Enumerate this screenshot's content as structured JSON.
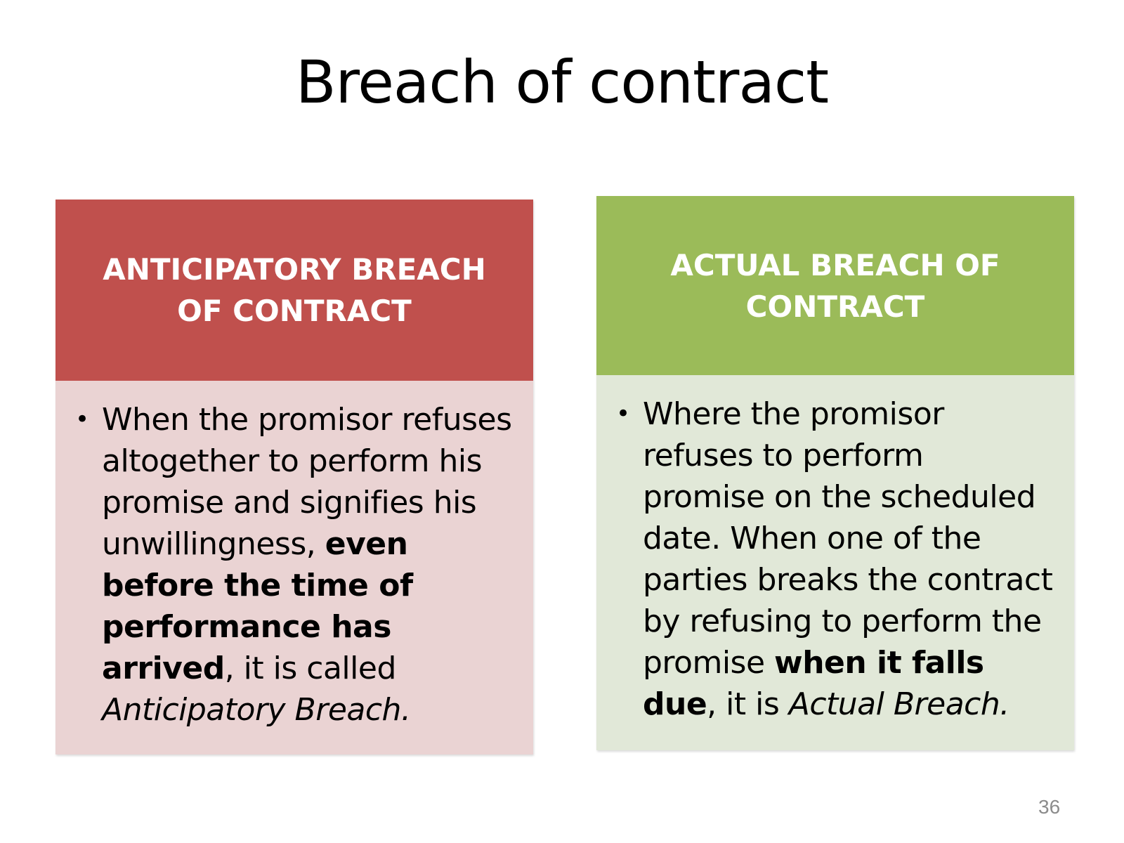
{
  "slide": {
    "title": "Breach of contract",
    "page_number": "36",
    "colors": {
      "left_header": "#c0504d",
      "left_body": "#ead3d3",
      "right_header": "#9bbb59",
      "right_body": "#e1e8d8"
    },
    "left_panel": {
      "heading": "ANTICIPATORY BREACH OF CONTRACT",
      "bullet": {
        "text_before": "When the promisor refuses altogether to perform his promise and signifies his unwillingness, ",
        "bold": "even before the time of performance has arrived",
        "text_mid": ", it is called ",
        "italic": "Anticipatory Breach."
      }
    },
    "right_panel": {
      "heading": "ACTUAL BREACH OF CONTRACT",
      "bullet": {
        "text_before": "Where the promisor refuses to perform promise on the scheduled date. When one of the parties breaks the contract by refusing to perform the promise ",
        "bold": "when it falls due",
        "text_mid": ", it is ",
        "italic": "Actual Breach."
      }
    }
  }
}
